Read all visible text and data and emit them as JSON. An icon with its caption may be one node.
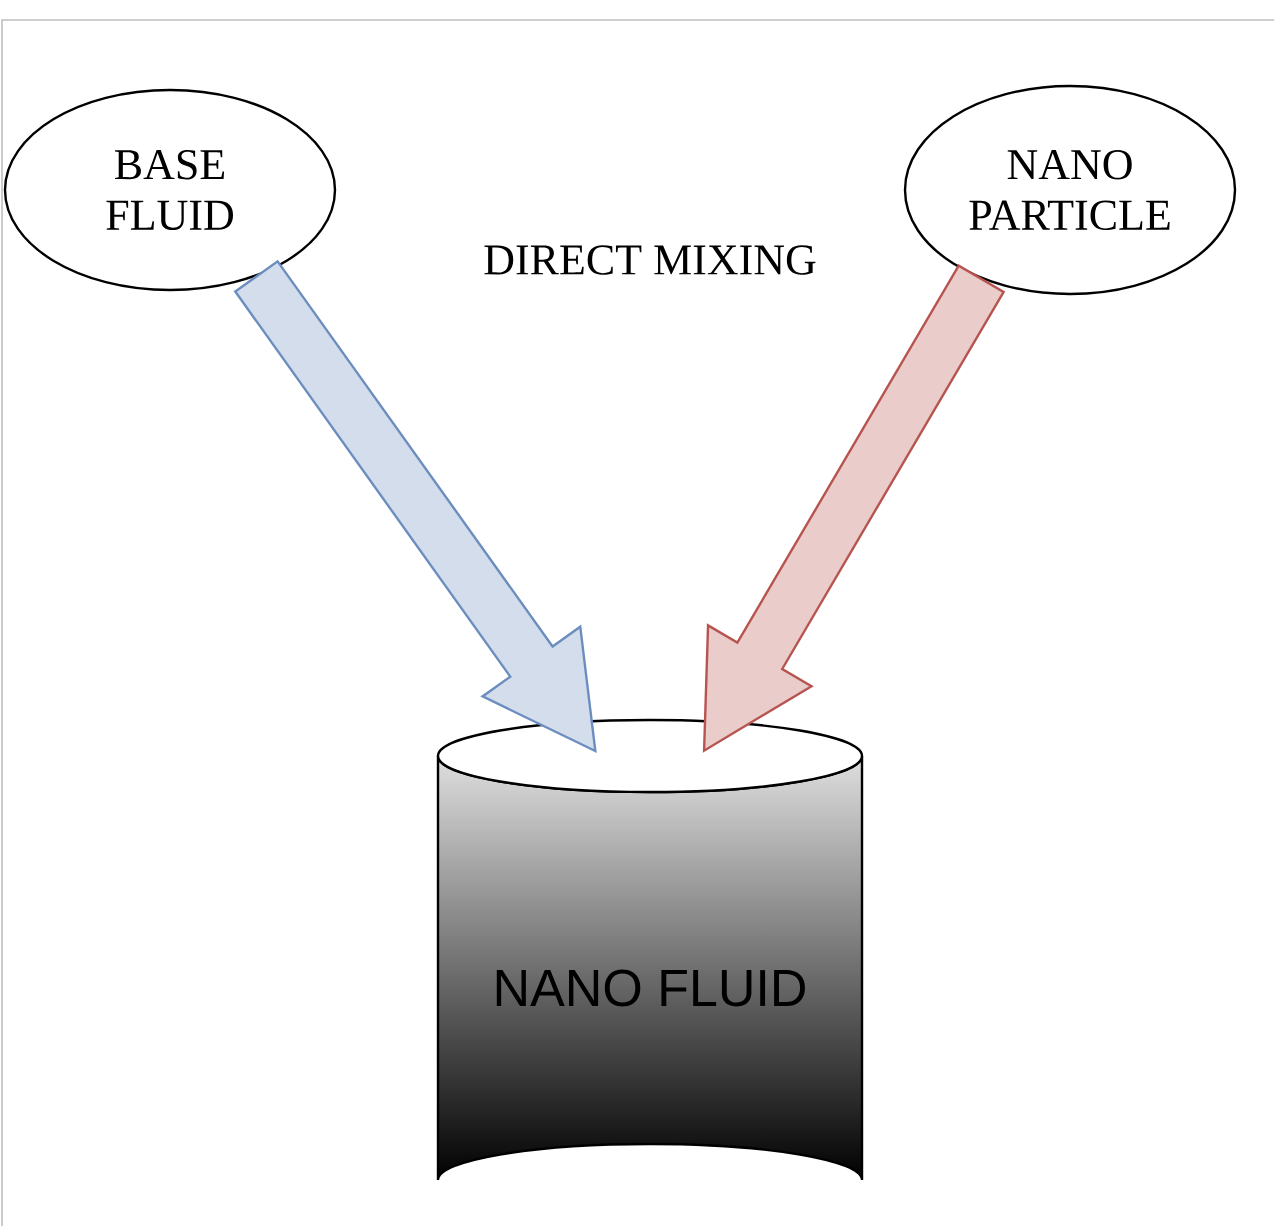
{
  "diagram": {
    "nodes": [
      {
        "text": [
          "BASE FLUID"
        ]
      },
      {
        "text": [
          "NANO PARTICLE"
        ]
      },
      {
        "text": [
          "NANO FLUID"
        ]
      }
    ],
    "edges": [
      {
        "from": 0,
        "to": 2,
        "arrow": "to",
        "color": "#6c8ebf"
      },
      {
        "from": 1,
        "to": 2,
        "arrow": "to",
        "color": "#b85450"
      }
    ],
    "labels": [
      "DIRECT MIXING"
    ]
  }
}
